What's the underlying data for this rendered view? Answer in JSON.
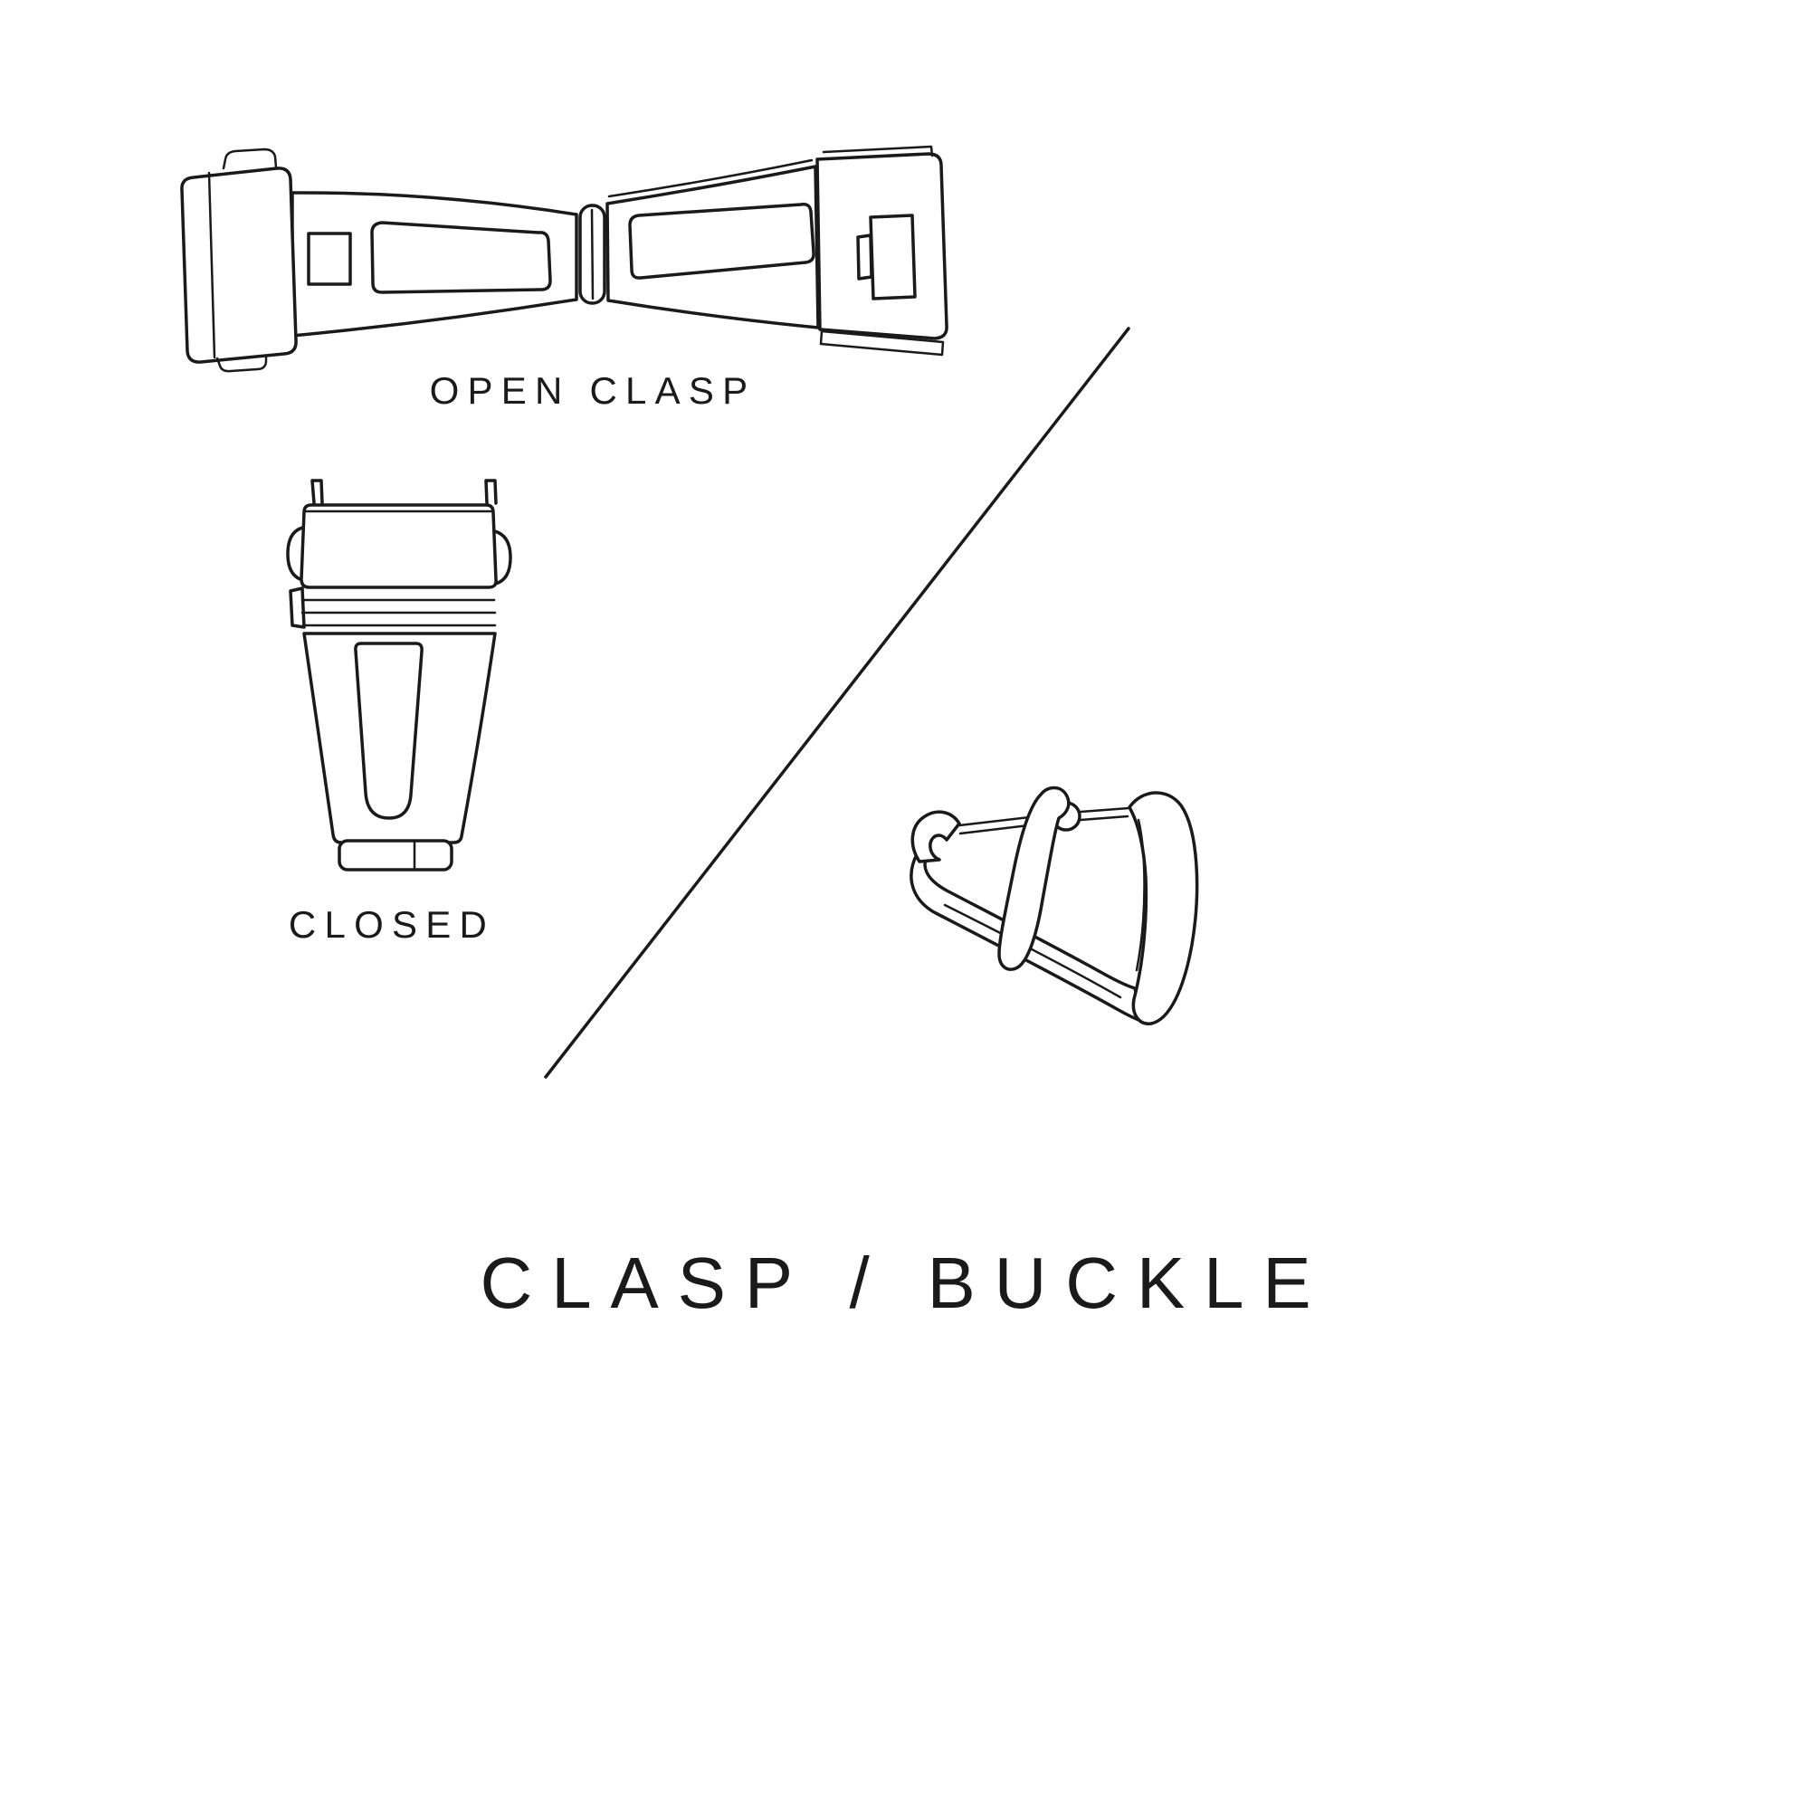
{
  "page": {
    "background": "#ffffff",
    "line_color": "#1a1a1a",
    "text_color": "#1a1a1a"
  },
  "figures": {
    "open_clasp": {
      "caption": "OPEN CLASP"
    },
    "closed_clasp": {
      "caption": "CLOSED"
    },
    "tang_buckle": {
      "caption": ""
    }
  },
  "title": {
    "text": "CLASP / BUCKLE"
  }
}
